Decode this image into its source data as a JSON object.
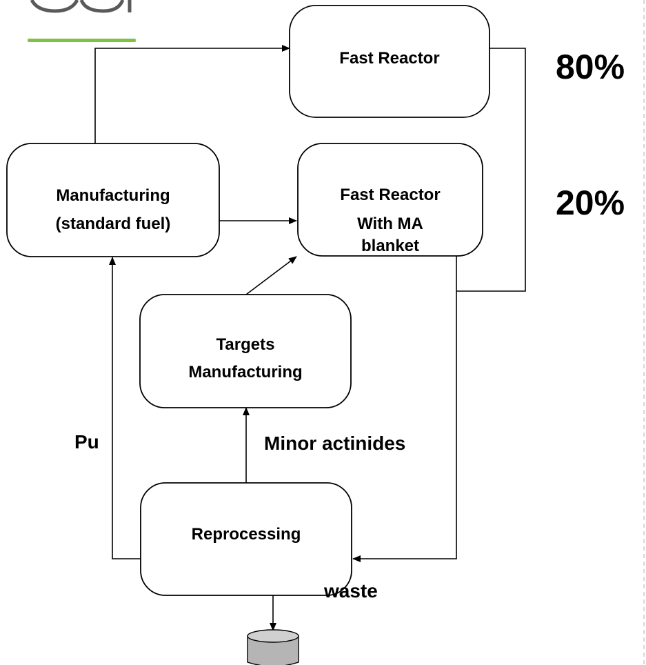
{
  "boxes": {
    "fast_reactor": {
      "line1": "Fast Reactor"
    },
    "manufacturing": {
      "line1": "Manufacturing",
      "line2": "(standard fuel)"
    },
    "fast_reactor_ma": {
      "line1": "Fast Reactor",
      "line2": "With MA",
      "line3": "blanket"
    },
    "targets": {
      "line1": "Targets",
      "line2": "Manufacturing"
    },
    "reprocessing": {
      "line1": "Reprocessing"
    }
  },
  "percentages": {
    "first": "80%",
    "second": "20%"
  },
  "flow_labels": {
    "pu": "Pu",
    "minor_actinides": "Minor actinides",
    "waste": "waste"
  },
  "colors": {
    "logo_green": "#7dc242",
    "logo_gray": "#5a5a5a",
    "waste_fill": "#b5b5b5"
  },
  "icons": [
    "logo-icon",
    "waste-container-icon"
  ]
}
